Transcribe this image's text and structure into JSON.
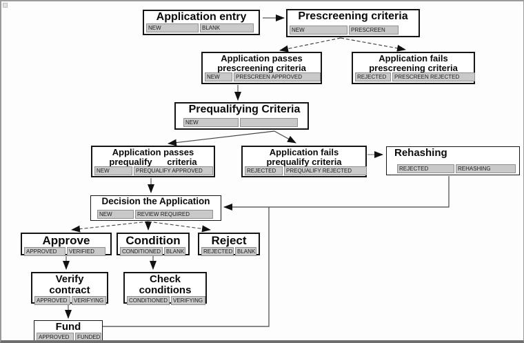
{
  "diagram": {
    "description": "Loan application workflow flowchart",
    "colors": {
      "status_cell_bg": "#c9c9c9",
      "status_cell_border": "#8f8f8f",
      "box_border": "#141414",
      "wire": "#555555",
      "arrowhead": "#111111",
      "frame": "#9a9a9a"
    },
    "boxes": {
      "entry": {
        "title": "Application entry",
        "statuses": [
          "NEW",
          "BLANK"
        ]
      },
      "prescreen": {
        "title": "Prescreening criteria",
        "statuses": [
          "NEW",
          "PRESCREEN"
        ]
      },
      "pass_pre": {
        "title": "Application passes\nprescreening criteria",
        "statuses": [
          "NEW",
          "PRESCREEN APPROVED"
        ]
      },
      "fail_pre": {
        "title": "Application fails\nprescreening criteria",
        "statuses": [
          "REJECTED",
          "PRESCREEN REJECTED"
        ]
      },
      "prequal": {
        "title": "Prequalifying Criteria",
        "statuses": [
          "NEW",
          ""
        ]
      },
      "pass_pq": {
        "title": "Application passes\nprequalify      criteria",
        "statuses": [
          "NEW",
          "PREQUALIFY APPROVED"
        ]
      },
      "fail_pq": {
        "title": "Application fails\nprequalify criteria",
        "statuses": [
          "REJECTED",
          "PREQUALIFY REJECTED"
        ]
      },
      "rehash": {
        "title": "Rehashing",
        "statuses": [
          "REJECTED",
          "REHASHING"
        ]
      },
      "decision": {
        "title": "Decision the Application",
        "statuses": [
          "NEW",
          "REVIEW REQUIRED"
        ]
      },
      "approve": {
        "title": "Approve",
        "statuses": [
          "APPROVED",
          "VERIFIED"
        ]
      },
      "condition": {
        "title": "Condition",
        "statuses": [
          "CONDITIONED",
          "BLANK"
        ]
      },
      "reject": {
        "title": "Reject",
        "statuses": [
          "REJECTED",
          "BLANK"
        ]
      },
      "verify": {
        "title": "Verify\ncontract",
        "statuses": [
          "APPROVED",
          "VERIFYING"
        ]
      },
      "check": {
        "title": "Check\nconditions",
        "statuses": [
          "CONDITIONED",
          "VERIFYING"
        ]
      },
      "fund": {
        "title": "Fund",
        "statuses": [
          "APPROVED",
          "FUNDED"
        ]
      }
    }
  }
}
